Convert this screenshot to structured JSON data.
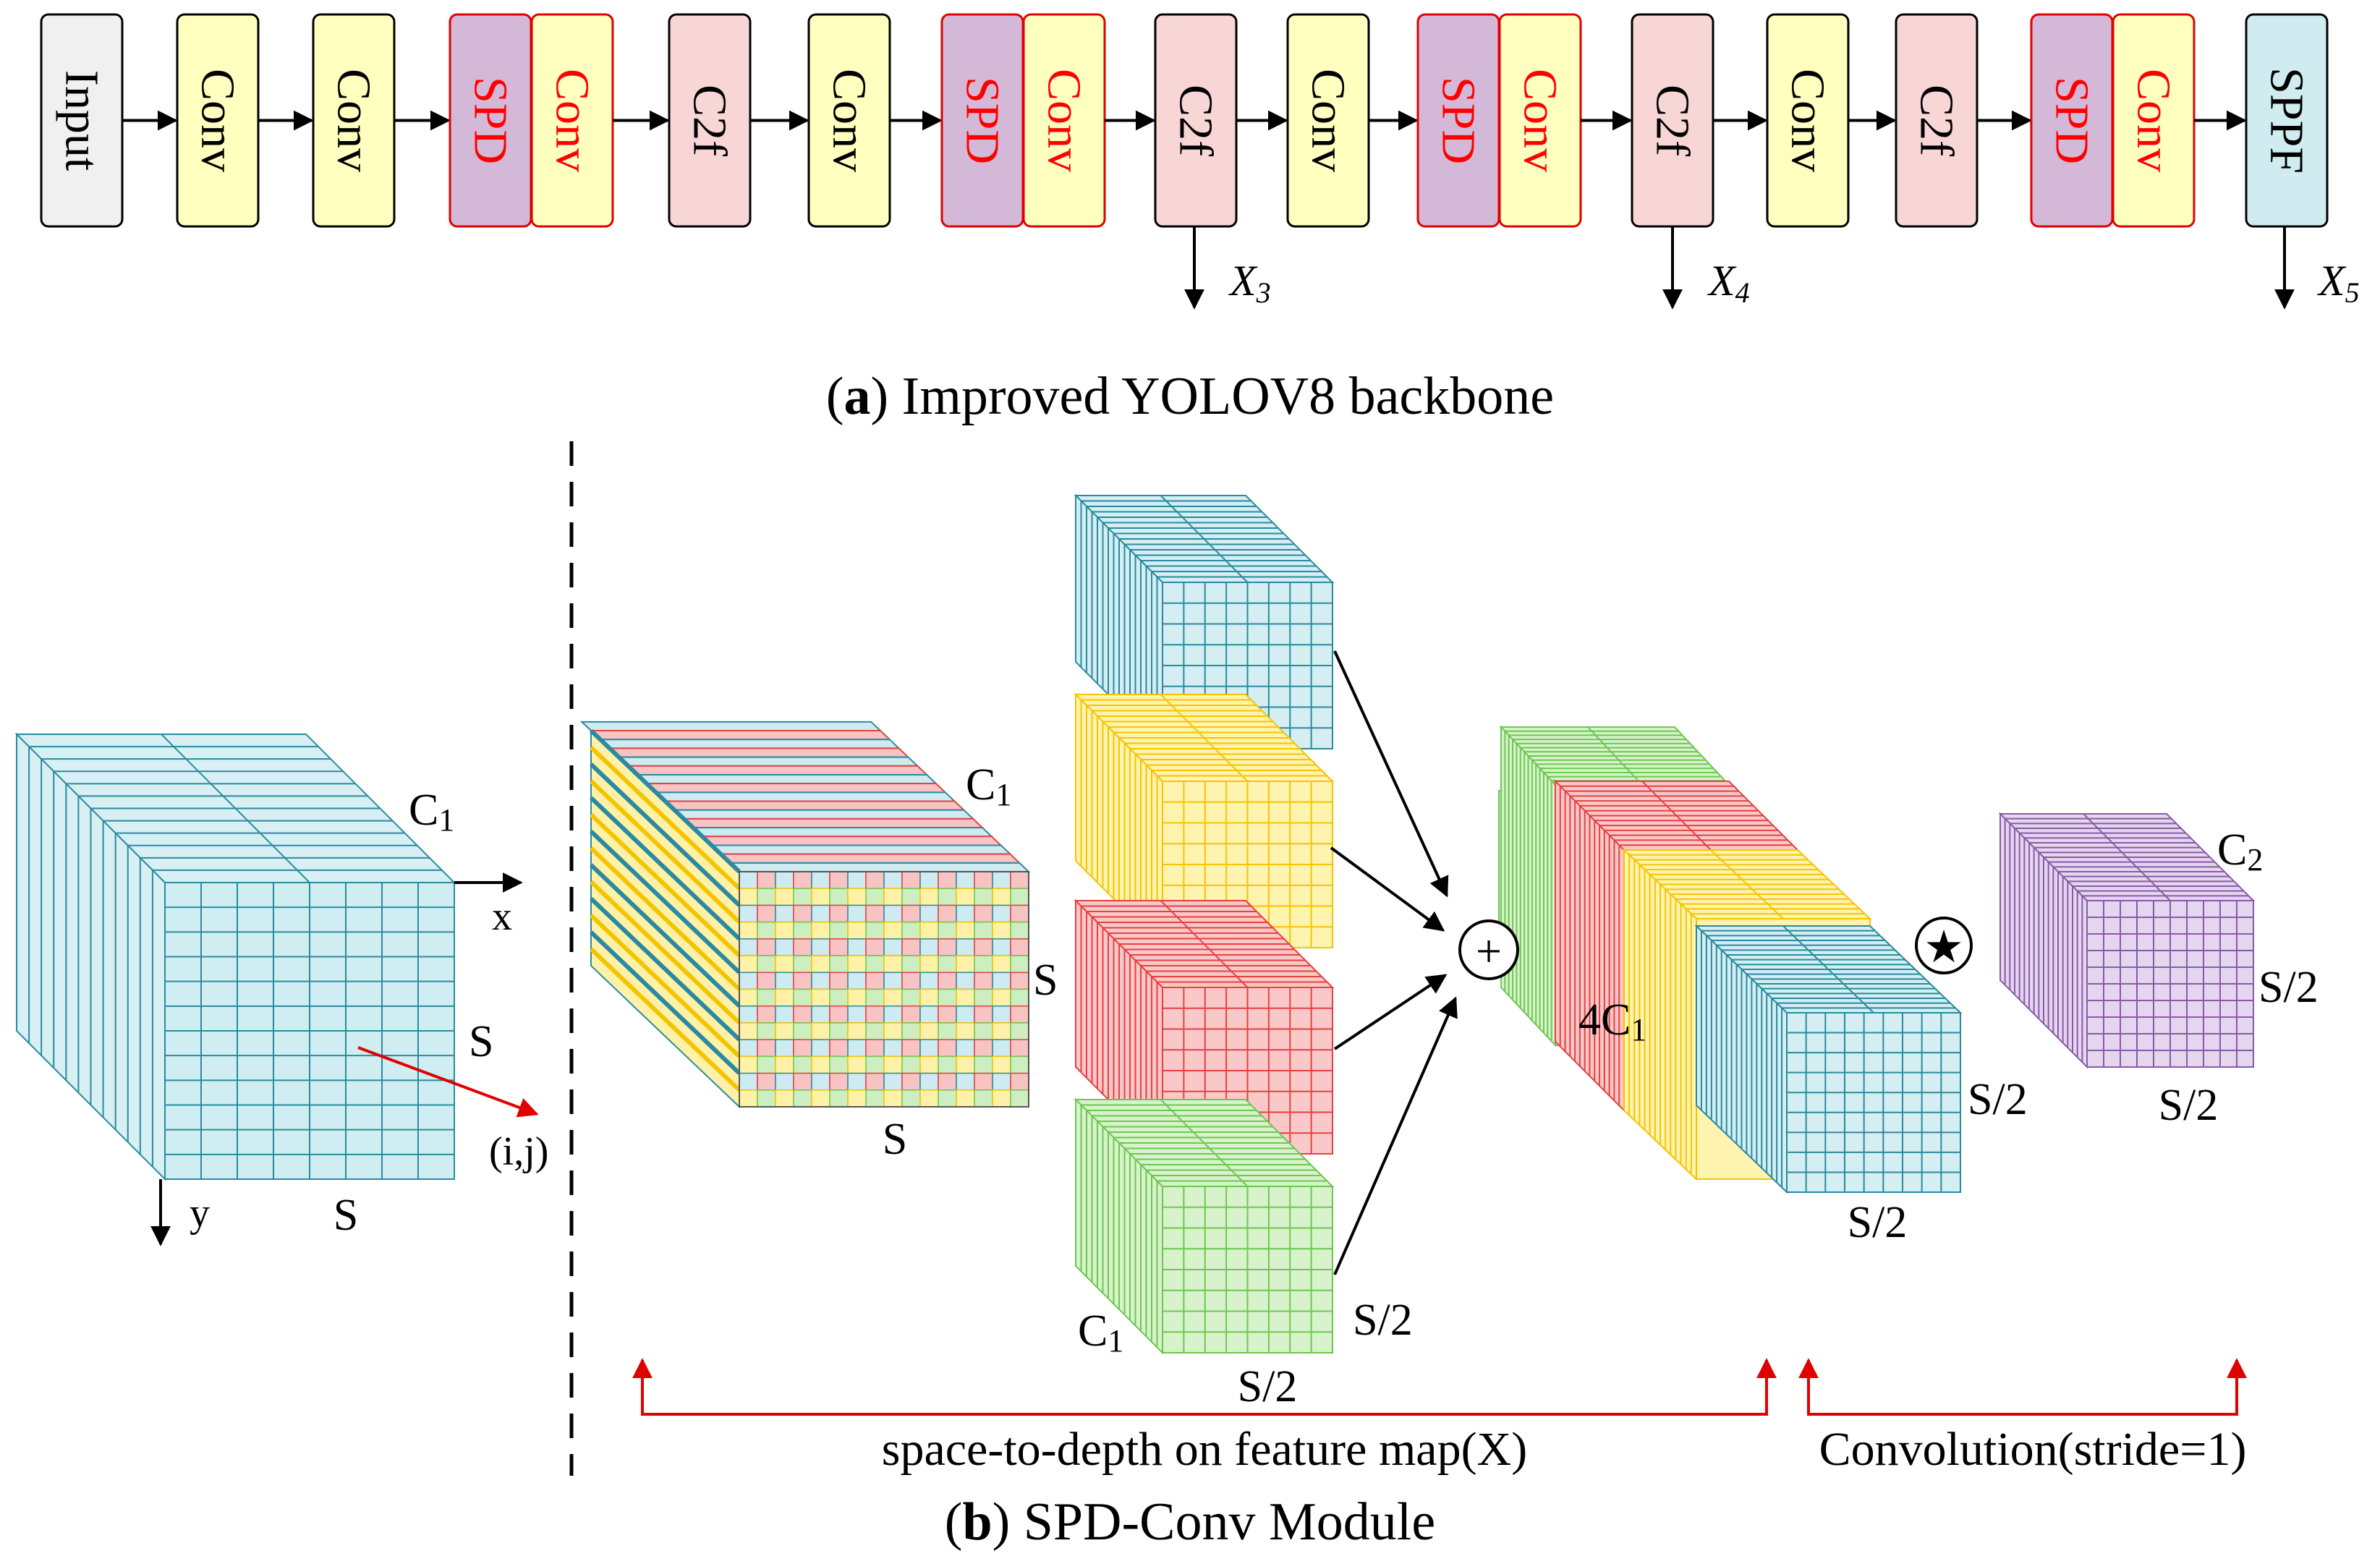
{
  "backbone": {
    "caption_letter": "a",
    "caption_text": " Improved YOLOV8 backbone",
    "blocks": [
      "Input",
      "Conv",
      "Conv",
      "SPD",
      "Conv",
      "C2f",
      "Conv",
      "SPD",
      "Conv",
      "C2f",
      "Conv",
      "SPD",
      "Conv",
      "C2f",
      "Conv",
      "C2f",
      "SPD",
      "Conv",
      "SPPF"
    ],
    "outputs": [
      {
        "main": "X",
        "sub": "3"
      },
      {
        "main": "X",
        "sub": "4"
      },
      {
        "main": "X",
        "sub": "5"
      }
    ]
  },
  "module": {
    "caption_letter": "b",
    "caption_text": " SPD-Conv Module",
    "left_cube": {
      "channel_label": "C",
      "channel_sub": "1",
      "x_axis": "x",
      "y_axis": "y",
      "side_label": "S",
      "bottom_label": "S",
      "point_label": "(i,j)"
    },
    "input_map": {
      "channel_label": "C",
      "channel_sub": "1",
      "side_label": "S",
      "bottom_label": "S"
    },
    "sub_maps": {
      "channel_label": "C",
      "channel_sub": "1",
      "side_label": "S/2",
      "bottom_label": "S/2"
    },
    "concat_symbol": "+",
    "concat_map": {
      "channel_label": "4C",
      "channel_sub": "1",
      "side_label": "S/2",
      "bottom_label": "S/2"
    },
    "conv_symbol": "★",
    "output_map": {
      "channel_label": "C",
      "channel_sub": "2",
      "side_label": "S/2",
      "bottom_label": "S/2"
    },
    "spd_bracket_label": "space-to-depth on feature map(X)",
    "conv_bracket_label": "Convolution(stride=1)"
  },
  "colors": {
    "input": "#f0f0f0",
    "conv": "#ffffc0",
    "spd": "#d4b8d8",
    "c2f": "#f9d6d6",
    "sppf": "#d0ecf0",
    "red_text": "#ff0000",
    "teal": "#2a8aa0",
    "yellow": "#f5c400",
    "red": "#e84040",
    "green": "#6cc850",
    "purple": "#8a5aa8"
  }
}
